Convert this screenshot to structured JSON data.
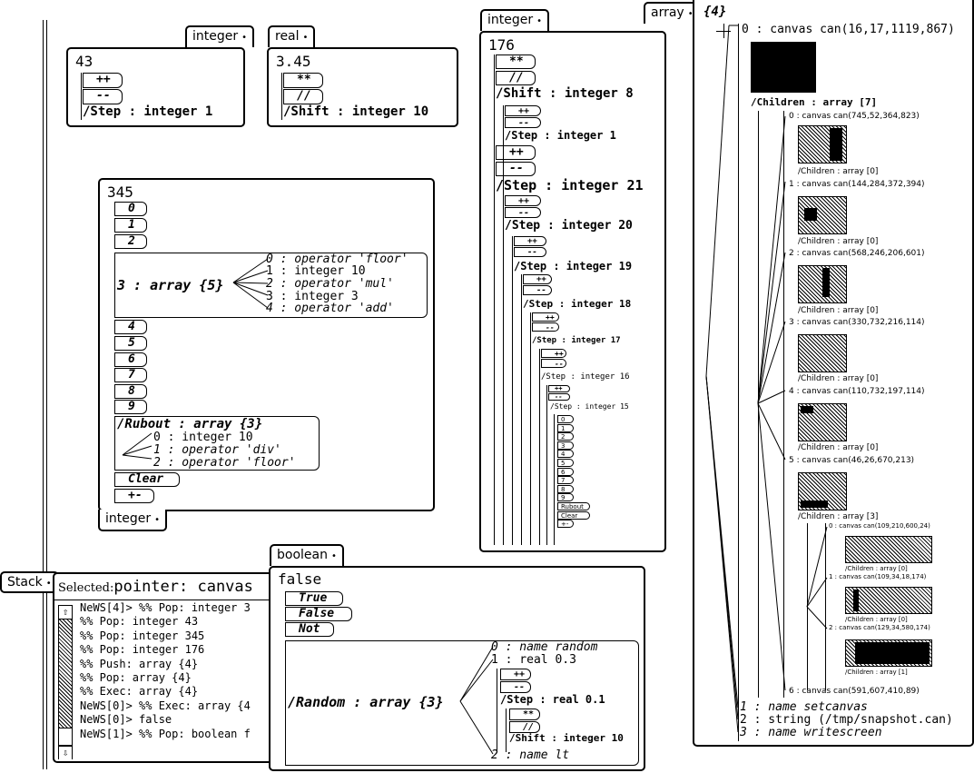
{
  "integer1": {
    "tab": "integer",
    "value": "43",
    "buttons": [
      "++",
      "--"
    ],
    "step": "/Step : integer 1"
  },
  "real1": {
    "tab": "real",
    "value": "3.45",
    "buttons": [
      "**",
      "//"
    ],
    "shift": "/Shift : integer 10"
  },
  "integer345": {
    "tab": "integer",
    "value": "345",
    "digits_a": [
      "0",
      "1",
      "2"
    ],
    "array_label": "3 : array {5}",
    "array_items": [
      "0 : operator 'floor'",
      "1 : integer 10",
      "2 : operator 'mul'",
      "3 : integer 3",
      "4 : operator 'add'"
    ],
    "digits_b": [
      "4",
      "5",
      "6",
      "7",
      "8",
      "9"
    ],
    "rubout_label": "/Rubout : array {3}",
    "rubout_items": [
      "0 : integer 10",
      "1 : operator 'div'",
      "2 : operator 'floor'"
    ],
    "clear": "Clear",
    "plusminus": "+-"
  },
  "integer176": {
    "tab": "integer",
    "value": "176",
    "mul": "**",
    "div": "//",
    "shift": "/Shift : integer 8",
    "inc": "++",
    "dec": "--",
    "step1": "/Step : integer 1",
    "step21": "/Step : integer 21",
    "step20": "/Step : integer 20",
    "step19": "/Step : integer 19",
    "step18": "/Step : integer 18",
    "step17": "/Step : integer 17",
    "step16": "/Step : integer 16",
    "step15": "/Step : integer 15",
    "tiny_buttons": [
      "0",
      "1",
      "2",
      "3",
      "4",
      "5",
      "6",
      "7",
      "8",
      "9",
      "Rubout",
      "Clear",
      "+-"
    ]
  },
  "array": {
    "tab": "array",
    "title": "{4}",
    "item0": "0 : canvas can(16,17,1119,867)",
    "children": "/Children : array [7]",
    "c0": "0 : canvas can(745,52,364,823)",
    "c0ch": "/Children : array [0]",
    "c1": "1 : canvas can(144,284,372,394)",
    "c1ch": "/Children : array [0]",
    "c2": "2 : canvas can(568,246,206,601)",
    "c2ch": "/Children : array [0]",
    "c3": "3 : canvas can(330,732,216,114)",
    "c3ch": "/Children : array [0]",
    "c4": "4 : canvas can(110,732,197,114)",
    "c4ch": "/Children : array [0]",
    "c5": "5 : canvas can(46,26,670,213)",
    "c5ch": "/Children : array [3]",
    "g0": "0 : canvas can(109,210,600,24)",
    "g0ch": "/Children : array [0]",
    "g1": "1 : canvas can(109,34,18,174)",
    "g1ch": "/Children : array [0]",
    "g2": "2 : canvas can(129,34,580,174)",
    "g2ch": "/Children : array [1]",
    "c6": "6 : canvas can(591,607,410,89)",
    "item1": "1 : name setcanvas",
    "item2": "2 : string (/tmp/snapshot.can)",
    "item3": "3 : name writescreen"
  },
  "stack": {
    "tab": "Stack",
    "selected_label": "Selected:",
    "selected_value": "pointer: canvas",
    "lines": [
      "NeWS[4]> %% Pop: integer 3",
      "%% Pop: integer 43",
      "%% Pop: integer 345",
      "%% Pop: integer 176",
      "%% Push: array {4}",
      "%% Pop: array {4}",
      "%% Exec: array {4}",
      "NeWS[0]> %% Exec: array {4",
      "NeWS[0]> false",
      "NeWS[1]> %% Pop: boolean f"
    ]
  },
  "boolean": {
    "tab": "boolean",
    "value": "false",
    "buttons": [
      "True",
      "False",
      "Not"
    ],
    "random_label": "/Random : array {3}",
    "r0": "0 : name random",
    "r1": "1 : real 0.3",
    "r1_buttons": [
      "++",
      "--"
    ],
    "r1_step": "/Step : real 0.1",
    "r1_sub_buttons": [
      "**",
      "//"
    ],
    "r1_shift": "/Shift : integer 10",
    "r2": "2 : name lt"
  }
}
